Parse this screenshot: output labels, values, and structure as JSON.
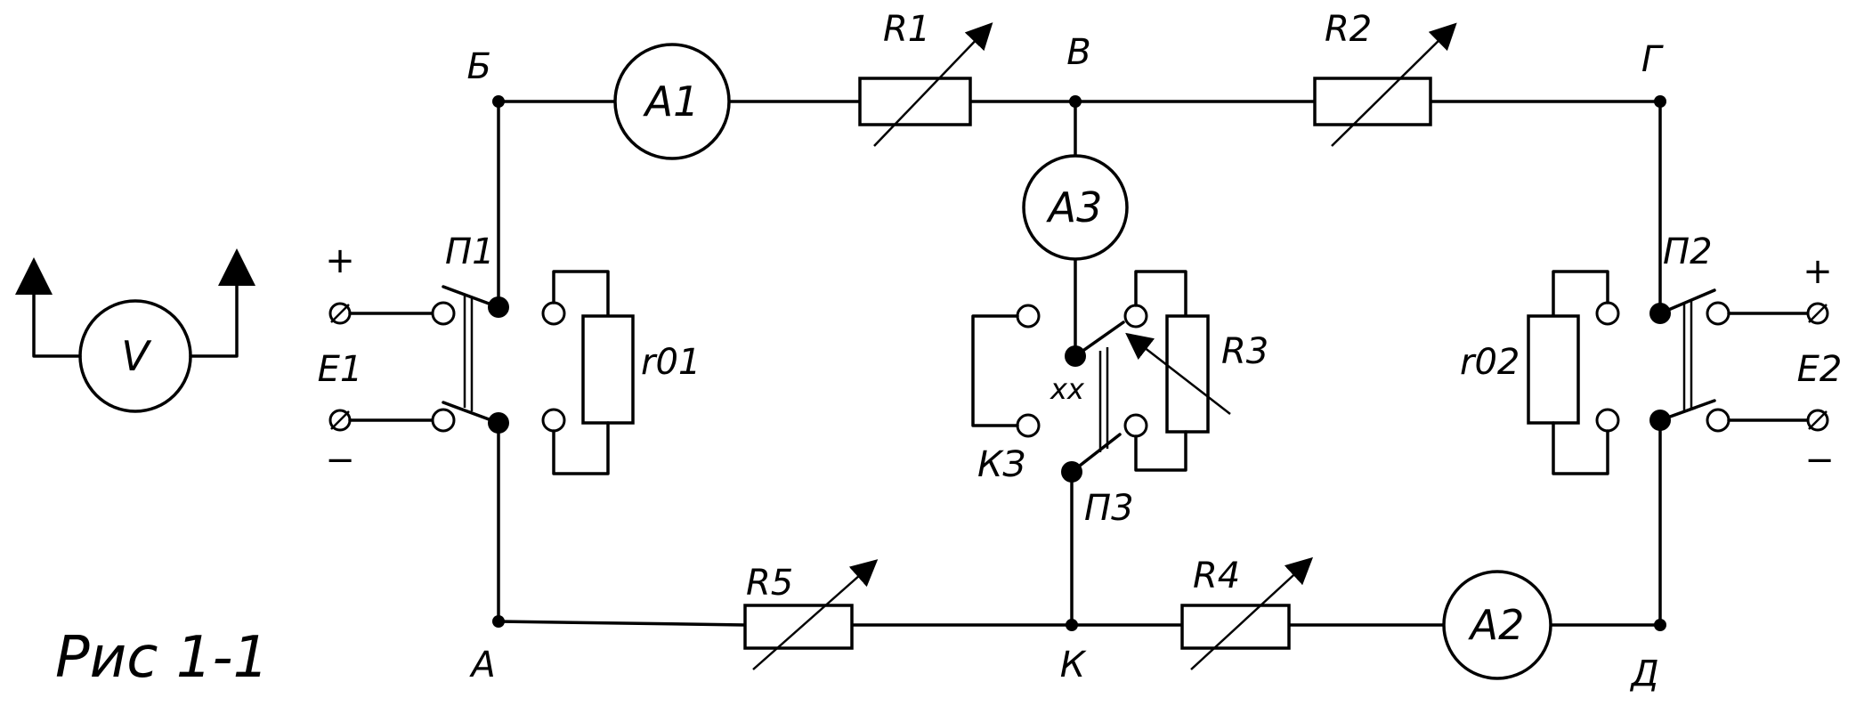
{
  "caption": "Рис 1-1",
  "nodes": {
    "A": "А",
    "B": "Б",
    "V": "В",
    "G": "Г",
    "D": "Д",
    "K": "К"
  },
  "meters": {
    "a1": "A1",
    "a2": "A2",
    "a3": "A3",
    "v": "V"
  },
  "resistors": {
    "r1": "R1",
    "r2": "R2",
    "r3": "R3",
    "r4": "R4",
    "r5": "R5",
    "r01": "r01",
    "r02": "r02"
  },
  "sources": {
    "e1": "E1",
    "e2": "E2",
    "plus": "+",
    "minus": "−"
  },
  "switches": {
    "p1": "П1",
    "p2": "П2",
    "p3": "П3",
    "xx": "xx",
    "kz": "КЗ"
  }
}
